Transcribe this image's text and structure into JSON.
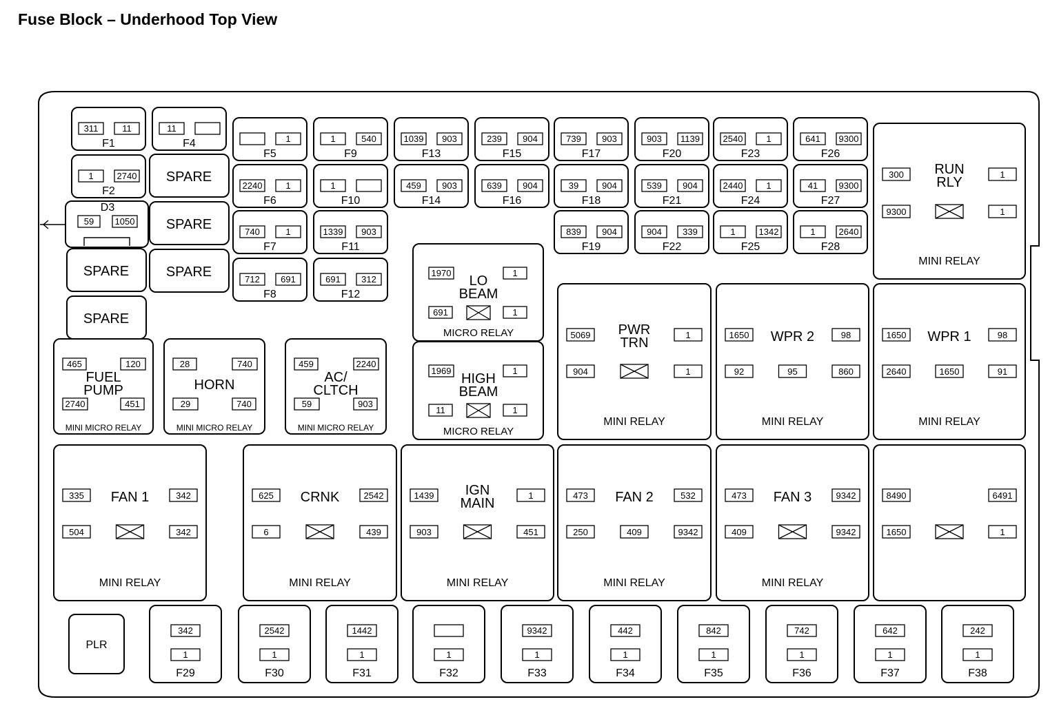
{
  "title": "Fuse Block – Underhood Top View",
  "fuses_top": [
    {
      "id": "f1",
      "label": "F1",
      "a": "311",
      "b": "11"
    },
    {
      "id": "f4",
      "label": "F4",
      "a": "11",
      "b": ""
    },
    {
      "id": "f2",
      "label": "F2",
      "a": "1",
      "b": "2740"
    },
    {
      "id": "f5",
      "label": "F5",
      "a": "",
      "b": "1"
    },
    {
      "id": "f6",
      "label": "F6",
      "a": "2240",
      "b": "1"
    },
    {
      "id": "f7",
      "label": "F7",
      "a": "740",
      "b": "1"
    },
    {
      "id": "f8",
      "label": "F8",
      "a": "712",
      "b": "691"
    },
    {
      "id": "f9",
      "label": "F9",
      "a": "1",
      "b": "540"
    },
    {
      "id": "f10",
      "label": "F10",
      "a": "1",
      "b": ""
    },
    {
      "id": "f11",
      "label": "F11",
      "a": "1339",
      "b": "903"
    },
    {
      "id": "f12",
      "label": "F12",
      "a": "691",
      "b": "312"
    },
    {
      "id": "f13",
      "label": "F13",
      "a": "1039",
      "b": "903"
    },
    {
      "id": "f14",
      "label": "F14",
      "a": "459",
      "b": "903"
    },
    {
      "id": "f15",
      "label": "F15",
      "a": "239",
      "b": "904"
    },
    {
      "id": "f16",
      "label": "F16",
      "a": "639",
      "b": "904"
    },
    {
      "id": "f17",
      "label": "F17",
      "a": "739",
      "b": "903"
    },
    {
      "id": "f18",
      "label": "F18",
      "a": "39",
      "b": "904"
    },
    {
      "id": "f19",
      "label": "F19",
      "a": "839",
      "b": "904"
    },
    {
      "id": "f20",
      "label": "F20",
      "a": "903",
      "b": "1139"
    },
    {
      "id": "f21",
      "label": "F21",
      "a": "539",
      "b": "904"
    },
    {
      "id": "f22",
      "label": "F22",
      "a": "904",
      "b": "339"
    },
    {
      "id": "f23",
      "label": "F23",
      "a": "2540",
      "b": "1"
    },
    {
      "id": "f24",
      "label": "F24",
      "a": "2440",
      "b": "1"
    },
    {
      "id": "f25",
      "label": "F25",
      "a": "1",
      "b": "1342"
    },
    {
      "id": "f26",
      "label": "F26",
      "a": "641",
      "b": "9300"
    },
    {
      "id": "f27",
      "label": "F27",
      "a": "41",
      "b": "9300"
    },
    {
      "id": "f28",
      "label": "F28",
      "a": "1",
      "b": "2640"
    }
  ],
  "diode": {
    "label": "D3",
    "a": "59",
    "b": "1050"
  },
  "spares": {
    "label": "SPARE"
  },
  "micro_relays": [
    {
      "id": "lo-beam",
      "name": [
        "LO",
        "BEAM"
      ],
      "type": "MICRO RELAY",
      "tl": "1970",
      "tr": "1",
      "bl": "691",
      "br": "1"
    },
    {
      "id": "high-beam",
      "name": [
        "HIGH",
        "BEAM"
      ],
      "type": "MICRO RELAY",
      "tl": "1969",
      "tr": "1",
      "bl": "11",
      "br": "1"
    }
  ],
  "mini_micro_relays": [
    {
      "id": "fuel-pump",
      "name": [
        "FUEL",
        "PUMP"
      ],
      "type": "MINI MICRO RELAY",
      "tl": "465",
      "tr": "120",
      "bl": "2740",
      "br": "451"
    },
    {
      "id": "horn",
      "name": [
        "HORN"
      ],
      "type": "MINI MICRO RELAY",
      "tl": "28",
      "tr": "740",
      "bl": "29",
      "br": "740"
    },
    {
      "id": "ac-clutch",
      "name": [
        "AC/",
        "CLTCH"
      ],
      "type": "MINI MICRO RELAY",
      "tl": "459",
      "tr": "2240",
      "bl": "59",
      "br": "903"
    }
  ],
  "mini_relays": [
    {
      "id": "run-rly",
      "name": [
        "RUN",
        "RLY"
      ],
      "type": "MINI RELAY",
      "tl": "300",
      "tr": "1",
      "bl": "9300",
      "br": "1",
      "bm": "X"
    },
    {
      "id": "pwr-trn",
      "name": [
        "PWR",
        "TRN"
      ],
      "type": "MINI RELAY",
      "tl": "5069",
      "tr": "1",
      "bl": "904",
      "br": "1",
      "bm": "X"
    },
    {
      "id": "wpr-2",
      "name": [
        "WPR  2"
      ],
      "type": "MINI RELAY",
      "tl": "1650",
      "tr": "98",
      "bl": "92",
      "bm": "95",
      "br": "860"
    },
    {
      "id": "wpr-1",
      "name": [
        "WPR  1"
      ],
      "type": "MINI RELAY",
      "tl": "1650",
      "tr": "98",
      "bl": "2640",
      "bm": "1650",
      "br": "91"
    },
    {
      "id": "fan-1",
      "name": [
        "FAN  1"
      ],
      "type": "MINI RELAY",
      "tl": "335",
      "tr": "342",
      "bl": "504",
      "br": "342",
      "bm": "X"
    },
    {
      "id": "crnk",
      "name": [
        "CRNK"
      ],
      "type": "MINI RELAY",
      "tl": "625",
      "tr": "2542",
      "bl": "6",
      "br": "439",
      "bm": "X"
    },
    {
      "id": "ign-main",
      "name": [
        "IGN",
        "MAIN"
      ],
      "type": "MINI RELAY",
      "tl": "1439",
      "tr": "1",
      "bl": "903",
      "br": "451",
      "bm": "X"
    },
    {
      "id": "fan-2",
      "name": [
        "FAN  2"
      ],
      "type": "MINI RELAY",
      "tl": "473",
      "tr": "532",
      "bl": "250",
      "bm": "409",
      "br": "9342"
    },
    {
      "id": "fan-3",
      "name": [
        "FAN  3"
      ],
      "type": "MINI RELAY",
      "tl": "473",
      "tr": "9342",
      "bl": "409",
      "br": "9342",
      "bm": "X"
    },
    {
      "id": "unlabeled",
      "name": [],
      "type": "",
      "tl": "8490",
      "tr": "6491",
      "bl": "1650",
      "br": "1",
      "bm": "X"
    }
  ],
  "plr": {
    "label": "PLR"
  },
  "bottom_fuses": [
    {
      "id": "f29",
      "label": "F29",
      "a": "342",
      "b": "1"
    },
    {
      "id": "f30",
      "label": "F30",
      "a": "2542",
      "b": "1"
    },
    {
      "id": "f31",
      "label": "F31",
      "a": "1442",
      "b": "1"
    },
    {
      "id": "f32",
      "label": "F32",
      "a": "",
      "b": "1"
    },
    {
      "id": "f33",
      "label": "F33",
      "a": "9342",
      "b": "1"
    },
    {
      "id": "f34",
      "label": "F34",
      "a": "442",
      "b": "1"
    },
    {
      "id": "f35",
      "label": "F35",
      "a": "842",
      "b": "1"
    },
    {
      "id": "f36",
      "label": "F36",
      "a": "742",
      "b": "1"
    },
    {
      "id": "f37",
      "label": "F37",
      "a": "642",
      "b": "1"
    },
    {
      "id": "f38",
      "label": "F38",
      "a": "242",
      "b": "1"
    }
  ]
}
